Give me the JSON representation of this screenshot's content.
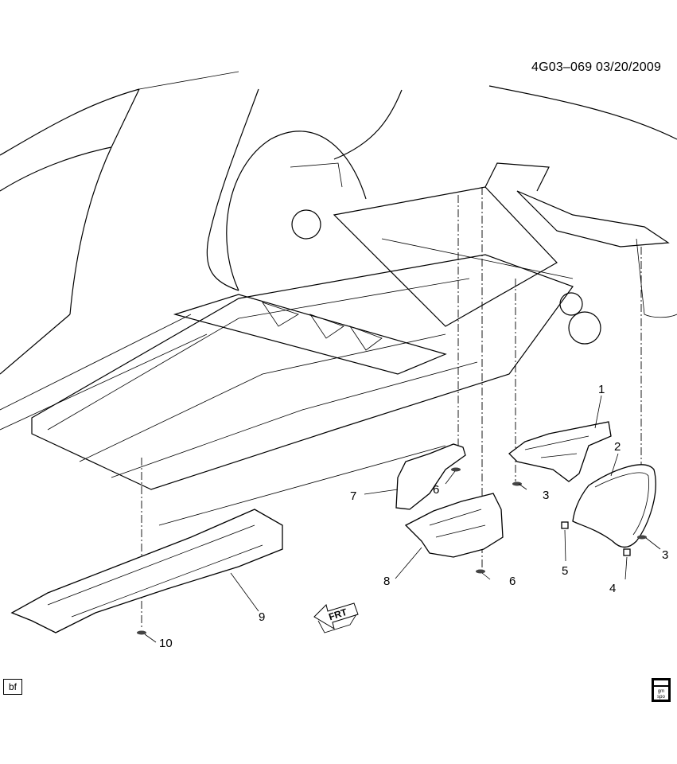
{
  "header": {
    "reference": "4G03–069  03/20/2009"
  },
  "callouts": [
    {
      "id": "1",
      "label": "1"
    },
    {
      "id": "2",
      "label": "2"
    },
    {
      "id": "3a",
      "label": "3"
    },
    {
      "id": "3b",
      "label": "3"
    },
    {
      "id": "4",
      "label": "4"
    },
    {
      "id": "5",
      "label": "5"
    },
    {
      "id": "6a",
      "label": "6"
    },
    {
      "id": "6b",
      "label": "6"
    },
    {
      "id": "7",
      "label": "7"
    },
    {
      "id": "8",
      "label": "8"
    },
    {
      "id": "9",
      "label": "9"
    },
    {
      "id": "10",
      "label": "10"
    }
  ],
  "front_arrow": {
    "label": "FRT"
  },
  "footer": {
    "left_code": "bf",
    "logo_text": "gm spo"
  }
}
